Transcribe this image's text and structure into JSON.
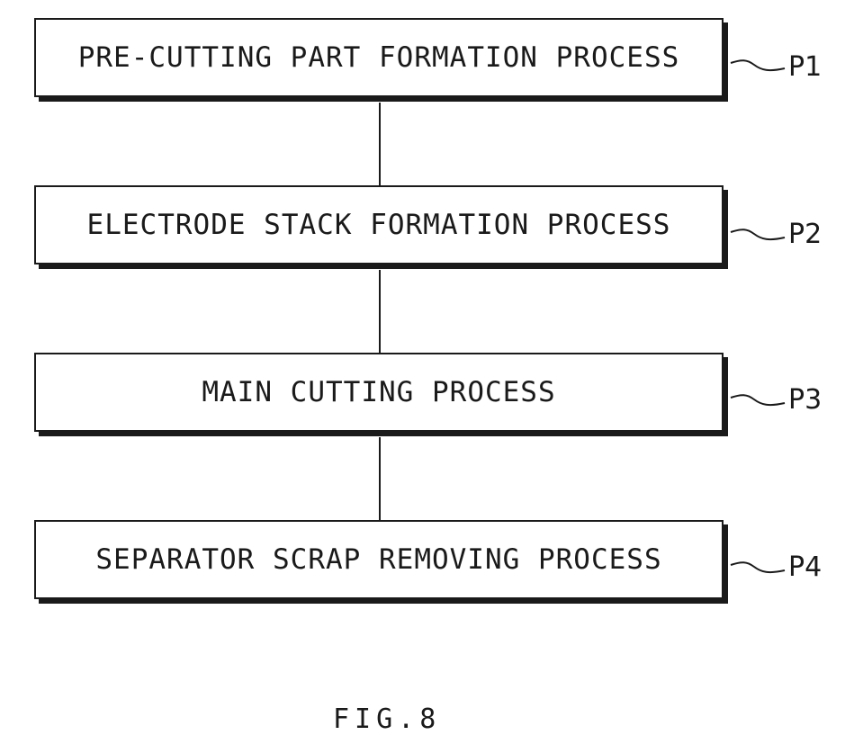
{
  "steps": [
    {
      "label": "PRE-CUTTING PART FORMATION PROCESS",
      "ref": "P1"
    },
    {
      "label": "ELECTRODE STACK FORMATION PROCESS",
      "ref": "P2"
    },
    {
      "label": "MAIN CUTTING PROCESS",
      "ref": "P3"
    },
    {
      "label": "SEPARATOR SCRAP REMOVING PROCESS",
      "ref": "P4"
    }
  ],
  "caption": "FIG.8"
}
